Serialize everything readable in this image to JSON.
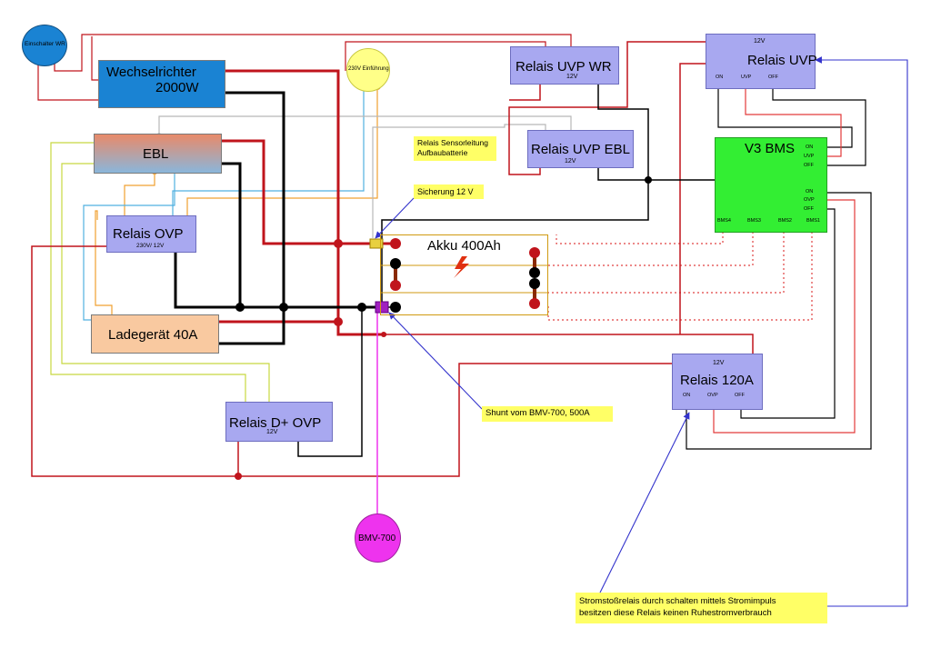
{
  "components": {
    "wechselrichter": {
      "title": "Wechselrichter",
      "subtitle": "2000W"
    },
    "einschalter": {
      "label": "Einschalter WR"
    },
    "einfuehrung": {
      "label": "230V Einführung"
    },
    "ebl": {
      "title": "EBL"
    },
    "relais_ovp": {
      "title": "Relais  OVP",
      "rating": "230V/ 12V"
    },
    "ladegeraet": {
      "title": "Ladegerät 40A"
    },
    "relais_dplus": {
      "title": "Relais D+ OVP",
      "rating": "12V"
    },
    "relais_uvp_wr": {
      "title": "Relais UVP WR",
      "rating": "12V"
    },
    "relais_uvp_ebl": {
      "title": "Relais UVP EBL",
      "rating": "12V"
    },
    "relais_uvp": {
      "title": "Relais UVP",
      "rating": "12V",
      "on": "ON",
      "uvp": "UVP",
      "off": "OFF"
    },
    "v3_bms": {
      "title": "V3 BMS",
      "pins_top": [
        "ON",
        "UVP",
        "OFF"
      ],
      "pins_bottom": [
        "ON",
        "OVP",
        "OFF"
      ],
      "bms_pins": [
        "BMS4",
        "BMS3",
        "BMS2",
        "BMS1"
      ]
    },
    "akku": {
      "title": "Akku 400Ah"
    },
    "relais_120a": {
      "title": "Relais 120A",
      "rating": "12V",
      "on": "ON",
      "ovp": "OVP",
      "off": "OFF"
    },
    "bmv": {
      "label": "BMV-700"
    }
  },
  "notes": {
    "sensor": "Relais Sensorleitung\nAufbaubatterie",
    "fuse": "Sicherung 12 V",
    "shunt": "Shunt vom BMV-700, 500A",
    "stromstoss": "Stromstoßrelais durch schalten mittels Stromimpuls\nbesitzen diese Relais keinen Ruhestromverbrauch"
  },
  "colors": {
    "positive": "#c0141c",
    "negative": "#000000",
    "signal_red": "#e23a3a",
    "signal_orange": "#f0a030",
    "signal_blue": "#50b0e0",
    "signal_gray": "#b8b8b8",
    "signal_yellowgreen": "#c8d840",
    "shunt_wire": "#ee33ee",
    "arrow_blue": "#3333cc"
  }
}
